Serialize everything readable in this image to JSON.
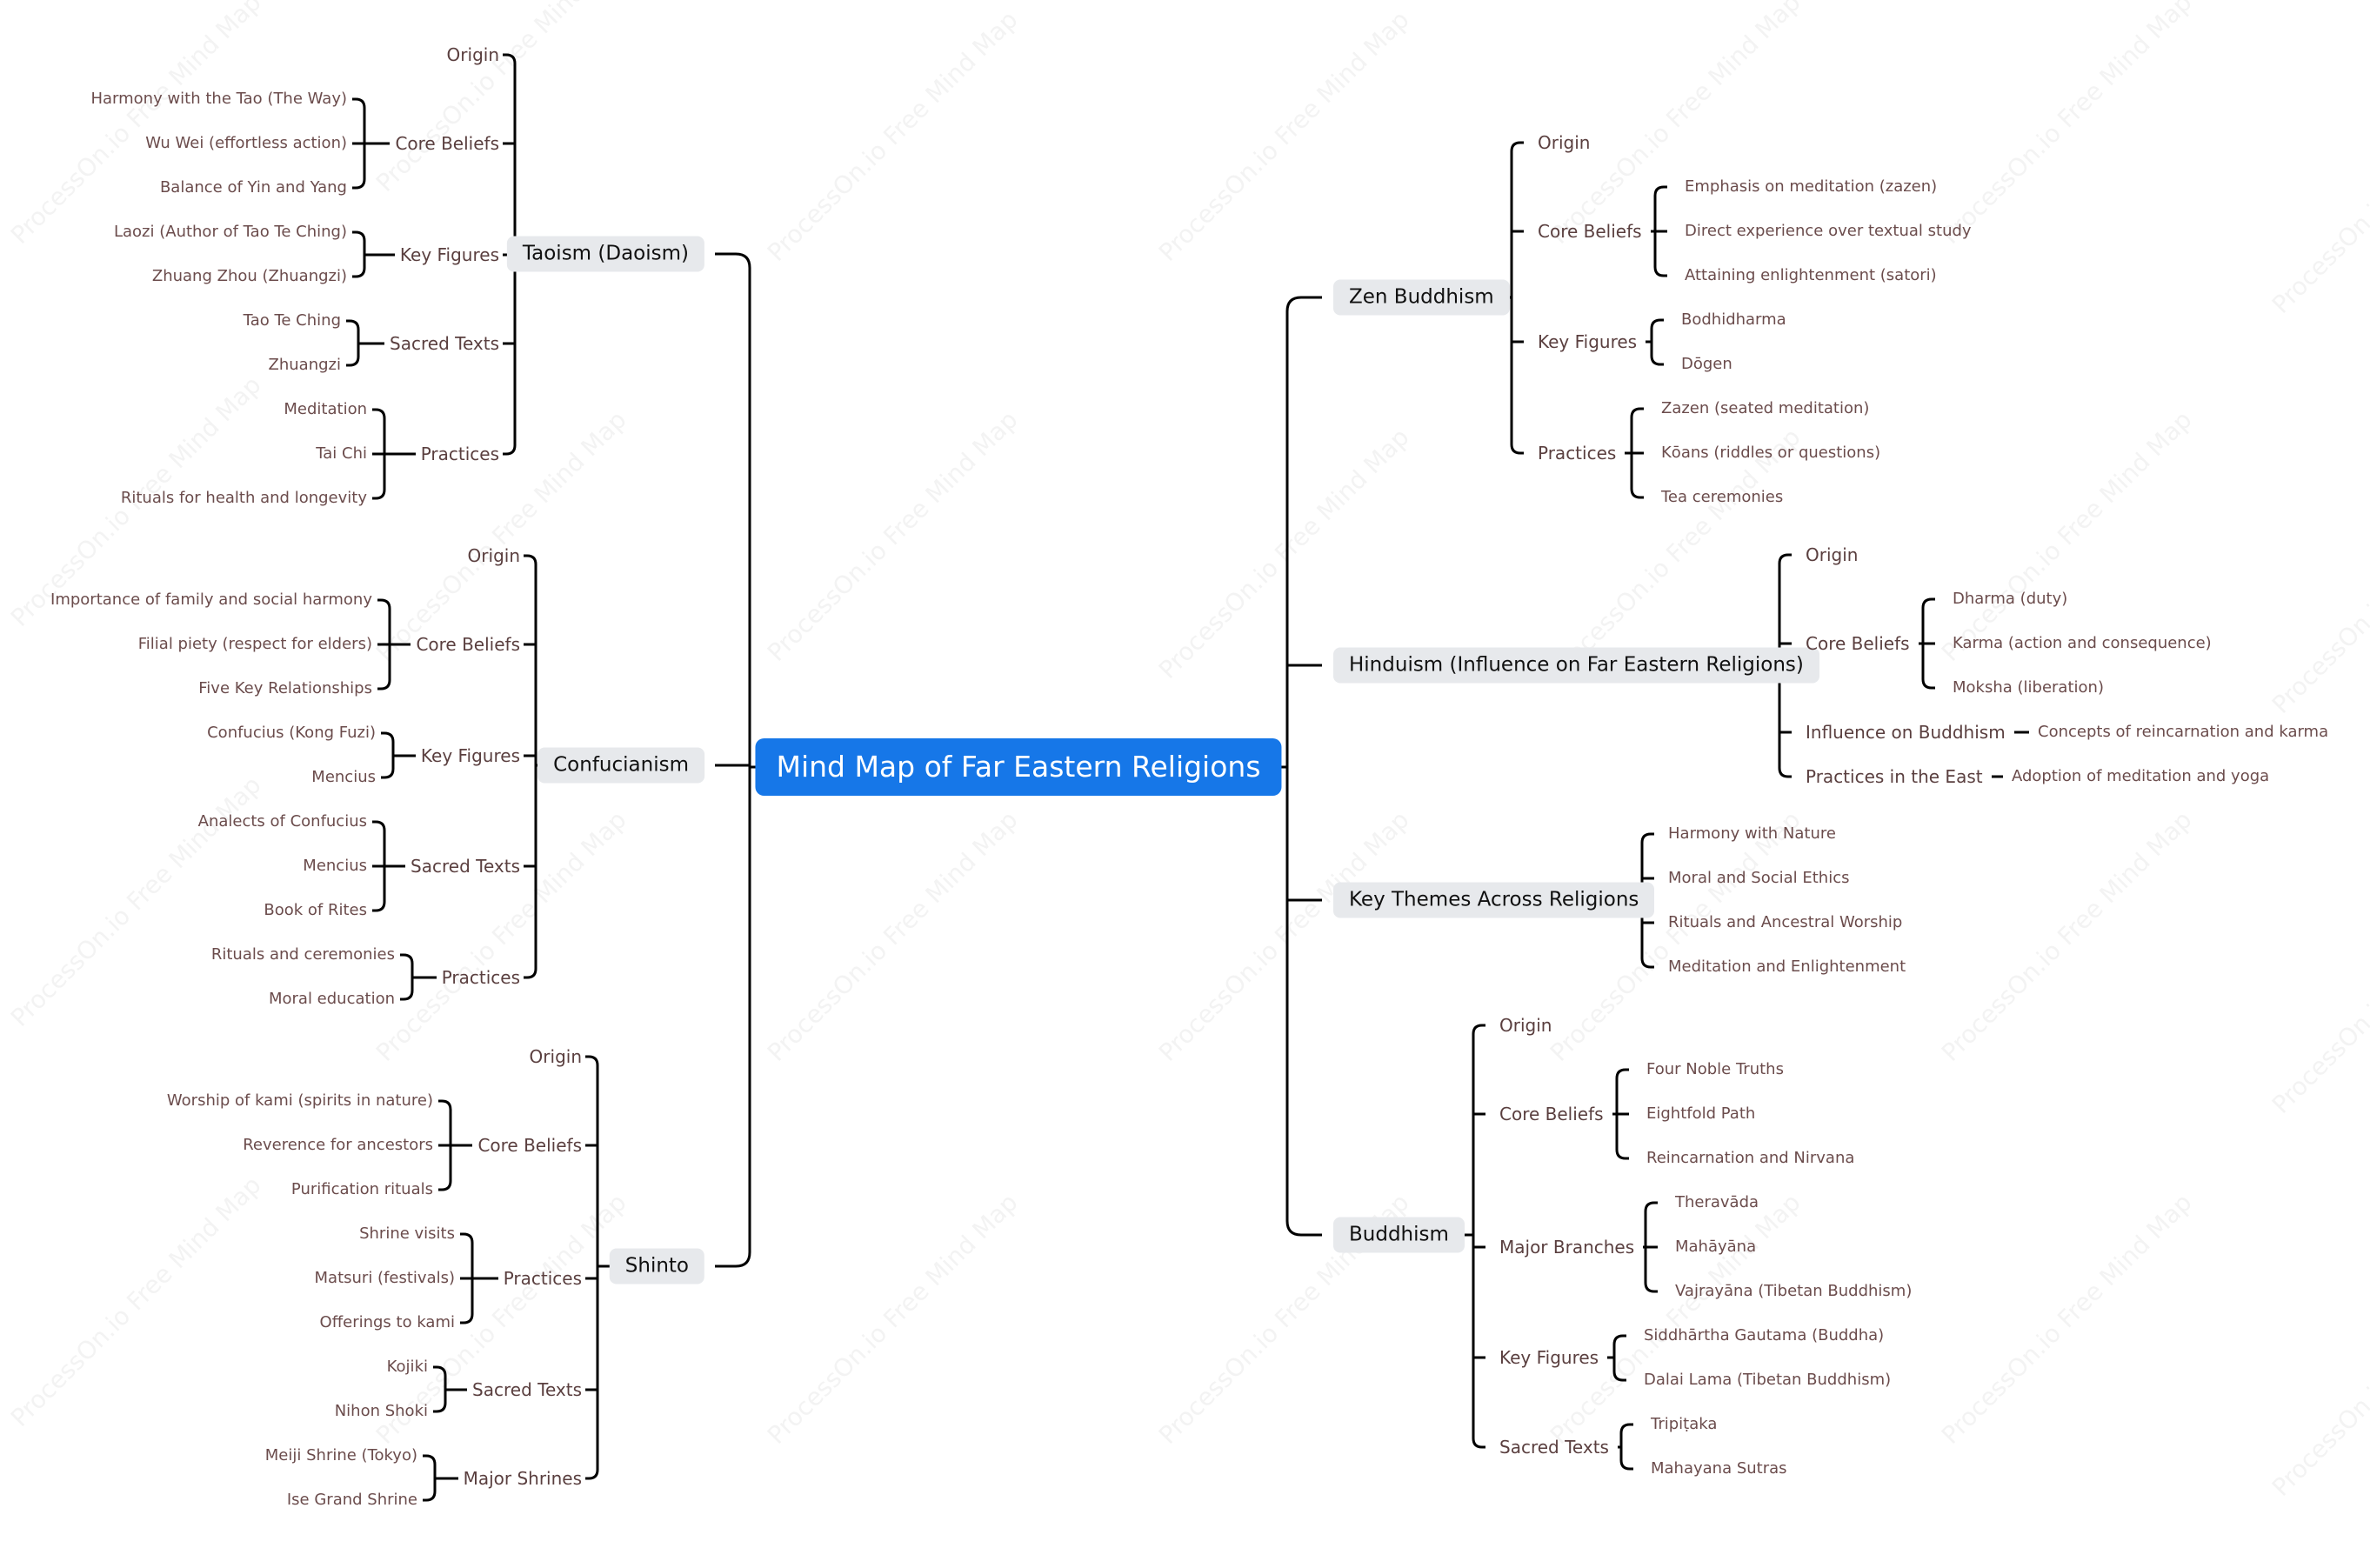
{
  "watermark": "ProcessOn.io Free Mind Map",
  "colors": {
    "root_bg": "#1677e8",
    "line": "#000000",
    "branch_bg": "#e7e9ec"
  },
  "mindmap": {
    "root": "Mind Map of Far Eastern Religions",
    "left": [
      {
        "label": "Taoism (Daoism)",
        "children": [
          {
            "label": "Origin"
          },
          {
            "label": "Core Beliefs",
            "children": [
              {
                "label": "Harmony with the Tao (The Way)"
              },
              {
                "label": "Wu Wei (effortless action)"
              },
              {
                "label": "Balance of Yin and Yang"
              }
            ]
          },
          {
            "label": "Key Figures",
            "children": [
              {
                "label": "Laozi (Author of Tao Te Ching)"
              },
              {
                "label": "Zhuang Zhou (Zhuangzi)"
              }
            ]
          },
          {
            "label": "Sacred Texts",
            "children": [
              {
                "label": "Tao Te Ching"
              },
              {
                "label": "Zhuangzi"
              }
            ]
          },
          {
            "label": "Practices",
            "children": [
              {
                "label": "Meditation"
              },
              {
                "label": "Tai Chi"
              },
              {
                "label": "Rituals for health and longevity"
              }
            ]
          }
        ]
      },
      {
        "label": "Confucianism",
        "children": [
          {
            "label": "Origin"
          },
          {
            "label": "Core Beliefs",
            "children": [
              {
                "label": "Importance of family and social harmony"
              },
              {
                "label": "Filial piety (respect for elders)"
              },
              {
                "label": "Five Key Relationships"
              }
            ]
          },
          {
            "label": "Key Figures",
            "children": [
              {
                "label": "Confucius (Kong Fuzi)"
              },
              {
                "label": "Mencius"
              }
            ]
          },
          {
            "label": "Sacred Texts",
            "children": [
              {
                "label": "Analects of Confucius"
              },
              {
                "label": "Mencius"
              },
              {
                "label": "Book of Rites"
              }
            ]
          },
          {
            "label": "Practices",
            "children": [
              {
                "label": "Rituals and ceremonies"
              },
              {
                "label": "Moral education"
              }
            ]
          }
        ]
      },
      {
        "label": "Shinto",
        "children": [
          {
            "label": "Origin"
          },
          {
            "label": "Core Beliefs",
            "children": [
              {
                "label": "Worship of kami (spirits in nature)"
              },
              {
                "label": "Reverence for ancestors"
              },
              {
                "label": "Purification rituals"
              }
            ]
          },
          {
            "label": "Practices",
            "children": [
              {
                "label": "Shrine visits"
              },
              {
                "label": "Matsuri (festivals)"
              },
              {
                "label": "Offerings to kami"
              }
            ]
          },
          {
            "label": "Sacred Texts",
            "children": [
              {
                "label": "Kojiki"
              },
              {
                "label": "Nihon Shoki"
              }
            ]
          },
          {
            "label": "Major Shrines",
            "children": [
              {
                "label": "Meiji Shrine (Tokyo)"
              },
              {
                "label": "Ise Grand Shrine"
              }
            ]
          }
        ]
      }
    ],
    "right": [
      {
        "label": "Zen Buddhism",
        "children": [
          {
            "label": "Origin"
          },
          {
            "label": "Core Beliefs",
            "children": [
              {
                "label": "Emphasis on meditation (zazen)"
              },
              {
                "label": "Direct experience over textual study"
              },
              {
                "label": "Attaining enlightenment (satori)"
              }
            ]
          },
          {
            "label": "Key Figures",
            "children": [
              {
                "label": "Bodhidharma"
              },
              {
                "label": "Dōgen"
              }
            ]
          },
          {
            "label": "Practices",
            "children": [
              {
                "label": "Zazen (seated meditation)"
              },
              {
                "label": "Kōans (riddles or questions)"
              },
              {
                "label": "Tea ceremonies"
              }
            ]
          }
        ]
      },
      {
        "label": "Hinduism (Influence on Far Eastern Religions)",
        "children": [
          {
            "label": "Origin"
          },
          {
            "label": "Core Beliefs",
            "children": [
              {
                "label": "Dharma (duty)"
              },
              {
                "label": "Karma (action and consequence)"
              },
              {
                "label": "Moksha (liberation)"
              }
            ]
          },
          {
            "label": "Influence on Buddhism",
            "children": [
              {
                "label": "Concepts of reincarnation and karma"
              }
            ]
          },
          {
            "label": "Practices in the East",
            "children": [
              {
                "label": "Adoption of meditation and yoga"
              }
            ]
          }
        ]
      },
      {
        "label": "Key Themes Across Religions",
        "children": [
          {
            "label": "Harmony with Nature"
          },
          {
            "label": "Moral and Social Ethics"
          },
          {
            "label": "Rituals and Ancestral Worship"
          },
          {
            "label": "Meditation and Enlightenment"
          }
        ]
      },
      {
        "label": "Buddhism",
        "children": [
          {
            "label": "Origin"
          },
          {
            "label": "Core Beliefs",
            "children": [
              {
                "label": "Four Noble Truths"
              },
              {
                "label": "Eightfold Path"
              },
              {
                "label": "Reincarnation and Nirvana"
              }
            ]
          },
          {
            "label": "Major Branches",
            "children": [
              {
                "label": "Theravāda"
              },
              {
                "label": "Mahāyāna"
              },
              {
                "label": "Vajrayāna (Tibetan Buddhism)"
              }
            ]
          },
          {
            "label": "Key Figures",
            "children": [
              {
                "label": "Siddhārtha Gautama (Buddha)"
              },
              {
                "label": "Dalai Lama (Tibetan Buddhism)"
              }
            ]
          },
          {
            "label": "Sacred Texts",
            "children": [
              {
                "label": "Tripiṭaka"
              },
              {
                "label": "Mahayana Sutras"
              }
            ]
          }
        ]
      }
    ]
  }
}
